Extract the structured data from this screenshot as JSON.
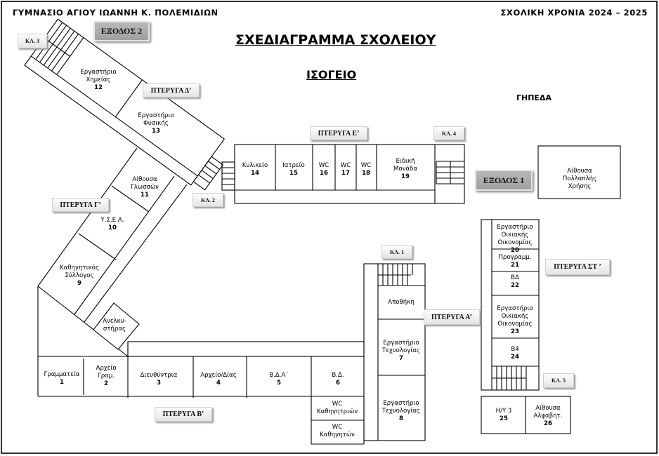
{
  "header": {
    "school_name": "ΓΥΜΝΑΣΙΟ ΑΓΙΟΥ ΙΩΑΝΝΗ Κ. ΠΟΛΕΜΙΔΙΩΝ",
    "school_year": "ΣΧΟΛΙΚΗ ΧΡΟΝΙΑ 2024 – 2025",
    "title": "ΣΧΕΔΙΑΓΡΑΜΜΑ ΣΧΟΛΕΙΟΥ",
    "floor": "ΙΣΟΓΕΙΟ",
    "fields": "ΓΗΠΕΔΑ"
  },
  "tags": {
    "exit_2": "ΕΞΟΔΟΣ 2",
    "exit_1": "ΕΞΟΔΟΣ 1",
    "stair_1": "ΚΛ. 1",
    "stair_2": "ΚΛ. 2",
    "stair_3": "ΚΛ. 3",
    "stair_4": "ΚΛ. 4",
    "stair_5": "ΚΛ. 5",
    "wing_a": "ΠΤΕΡΥΓΑ Α’",
    "wing_b": "ΠΤΕΡΥΓΑ Β’",
    "wing_c": "ΠΤΕΡΥΓΑ Γ’",
    "wing_d": "ΠΤΕΡΥΓΑ Δ’",
    "wing_e": "ΠΤΕΡΥΓΑ Ε’",
    "wing_st": "ΠΤΕΡΥΓΑ ΣΤ ’"
  },
  "rooms": [
    {
      "lines": [
        "Γραμματεία"
      ],
      "number": "1"
    },
    {
      "lines": [
        "Αρχείο",
        "Γραμ."
      ],
      "number": "2"
    },
    {
      "lines": [
        "Διευθύντρια"
      ],
      "number": "3"
    },
    {
      "lines": [
        "Αρχείο/Δίας"
      ],
      "number": "4"
    },
    {
      "lines": [
        "Β.Δ.Α΄"
      ],
      "number": "5"
    },
    {
      "lines": [
        "Β.Δ."
      ],
      "number": "6"
    },
    {
      "lines": [
        "WC",
        "Καθηγητριών"
      ],
      "number": ""
    },
    {
      "lines": [
        "WC",
        "Καθηγητών"
      ],
      "number": ""
    },
    {
      "lines": [
        "Αποθήκη"
      ],
      "number": ""
    },
    {
      "lines": [
        "Εργαστήριο",
        "Τεχνολογίας"
      ],
      "number": "7"
    },
    {
      "lines": [
        "Εργαστήριο",
        "Τεχνολογίας"
      ],
      "number": "8"
    },
    {
      "lines": [
        "Καθηγητικός",
        "Σύλλογος"
      ],
      "number": "9"
    },
    {
      "lines": [
        "Υ.Σ.Ε.Α."
      ],
      "number": "10"
    },
    {
      "lines": [
        "Αίθουσα",
        "Γλωσσών"
      ],
      "number": "11"
    },
    {
      "lines": [
        "Εργαστήριο",
        "Χημείας"
      ],
      "number": "12"
    },
    {
      "lines": [
        "Εργαστήριο",
        "Φυσικής"
      ],
      "number": "13"
    },
    {
      "lines": [
        "Κυλικείο"
      ],
      "number": "14"
    },
    {
      "lines": [
        "Ιατρείο"
      ],
      "number": "15"
    },
    {
      "lines": [
        "WC"
      ],
      "number": "16"
    },
    {
      "lines": [
        "WC"
      ],
      "number": "17"
    },
    {
      "lines": [
        "WC"
      ],
      "number": "18"
    },
    {
      "lines": [
        "Ειδική",
        "Μονάδα"
      ],
      "number": "19"
    },
    {
      "lines": [
        "Εργαστήριο",
        "Οικιακής",
        "Οικονομίας"
      ],
      "number": "20"
    },
    {
      "lines": [
        "Προγραμμ."
      ],
      "number": "21"
    },
    {
      "lines": [
        "ΒΔ"
      ],
      "number": "22"
    },
    {
      "lines": [
        "Εργαστήριο",
        "Οικιακής",
        "Οικονομίας"
      ],
      "number": "23"
    },
    {
      "lines": [
        "Β4"
      ],
      "number": "24"
    },
    {
      "lines": [
        "Η/Υ  3"
      ],
      "number": "25"
    },
    {
      "lines": [
        "Αίθουσα",
        "Αλφαβητ."
      ],
      "number": "26"
    },
    {
      "lines": [
        "Αίθουσα",
        "Πολλαπλής",
        "Χρήσης"
      ],
      "number": ""
    },
    {
      "lines": [
        "Ανελκυ-",
        "στήρας"
      ],
      "number": ""
    }
  ]
}
